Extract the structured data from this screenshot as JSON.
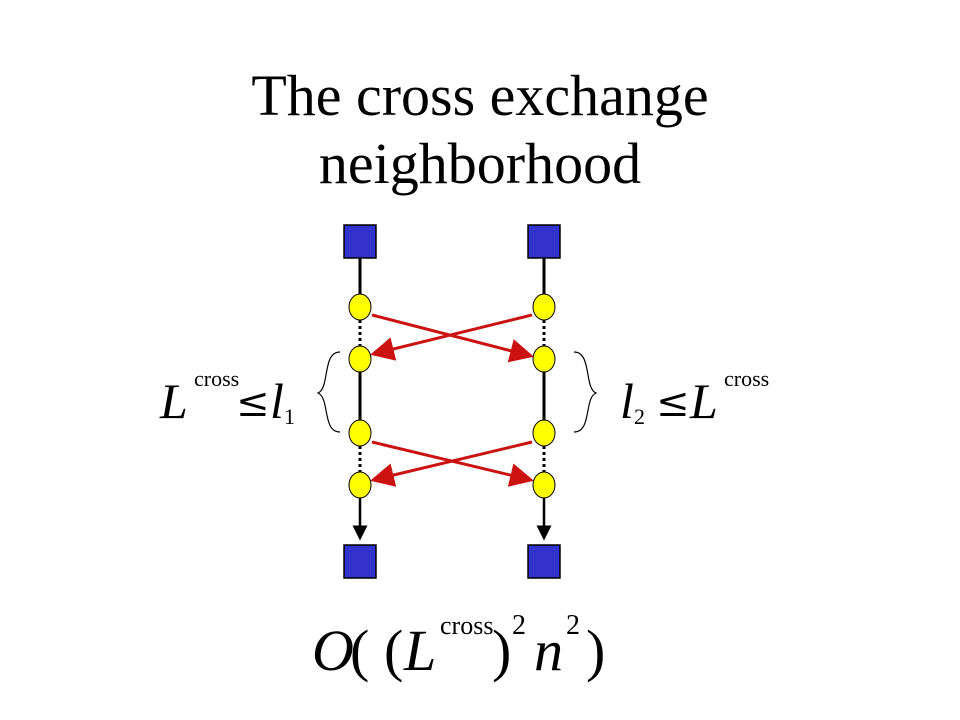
{
  "title": {
    "line1": "The cross exchange",
    "line2": "neighborhood"
  },
  "left_constraint": {
    "L": "L",
    "sup": "cross",
    "leq": "≤",
    "l": "l",
    "sub": "1"
  },
  "right_constraint": {
    "l": "l",
    "sub": "2",
    "leq": "≤",
    "L": "L",
    "sup": "cross"
  },
  "complexity": {
    "O": "O",
    "open1": "(",
    "open2": "(",
    "L": "L",
    "sup": "cross",
    "close1": ")",
    "exp1": "2",
    "n": "n",
    "exp2": "2",
    "close2": ")"
  },
  "colors": {
    "depot": "#3333cc",
    "customer": "#ffff00",
    "exchange_arrow": "#cc1111",
    "route": "#000000"
  }
}
